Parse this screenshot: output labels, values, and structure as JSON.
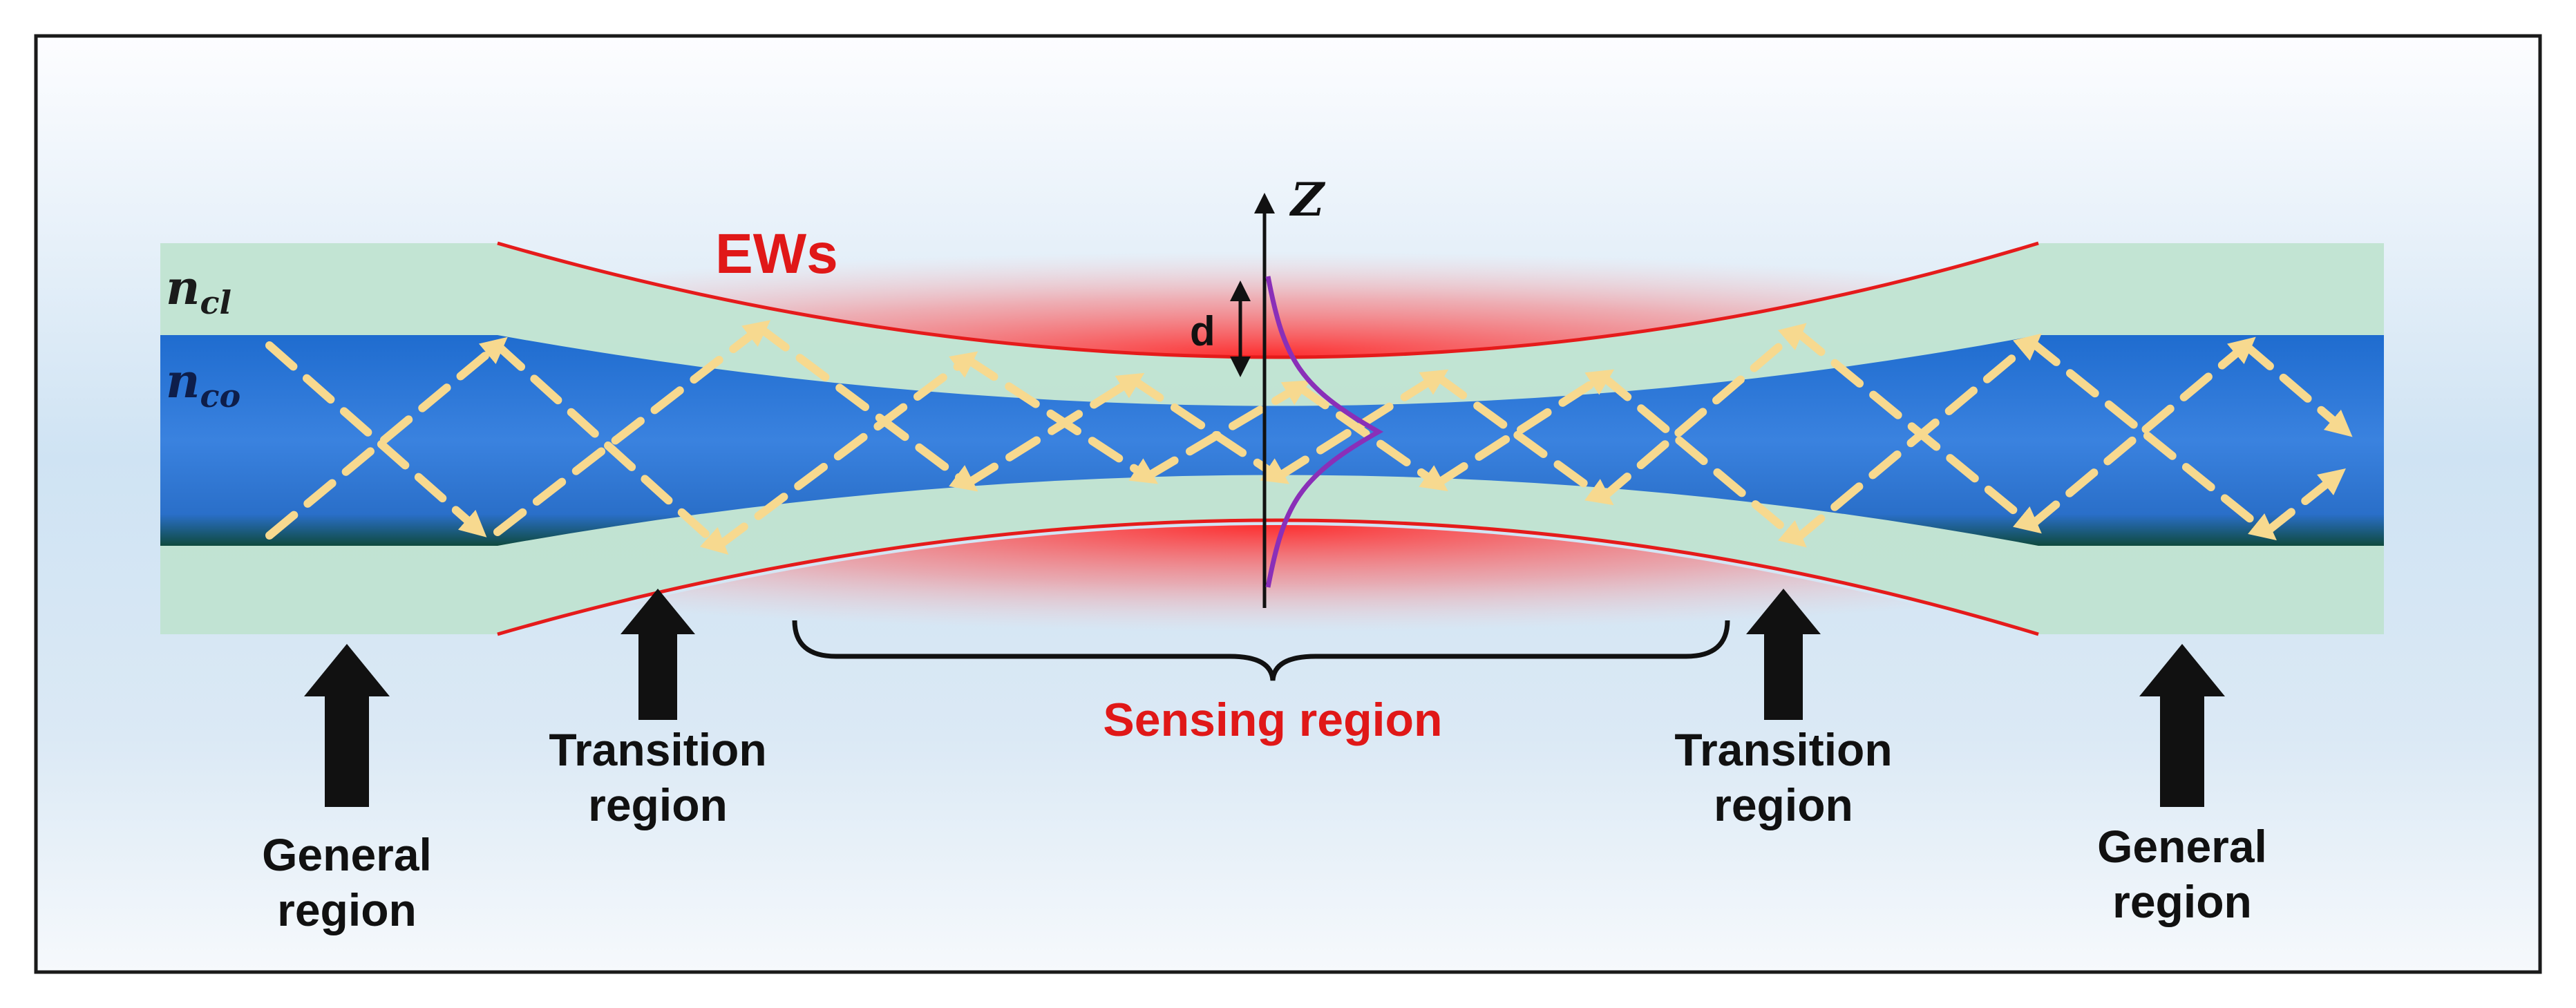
{
  "labels": {
    "evanescent_waves": "EWs",
    "cladding_index": {
      "symbol": "n",
      "subscript": "cl"
    },
    "core_index": {
      "symbol": "n",
      "subscript": "co"
    },
    "z_axis": "Z",
    "penetration_depth": "d",
    "sensing_region": "Sensing region",
    "left_transition": [
      "Transition",
      "region"
    ],
    "right_transition": [
      "Transition",
      "region"
    ],
    "left_general": [
      "General",
      "region"
    ],
    "right_general": [
      "General",
      "region"
    ]
  },
  "colors": {
    "core": "#2f74d6",
    "core_edge": "#0d4a3a",
    "cladding": "#bfe3cf",
    "evanescent": "#ff2020",
    "ray": "#f7d98f",
    "profile": "#8a2fb8",
    "sensing_label": "#e01818",
    "ews_label": "#e01818",
    "text": "#111111"
  }
}
